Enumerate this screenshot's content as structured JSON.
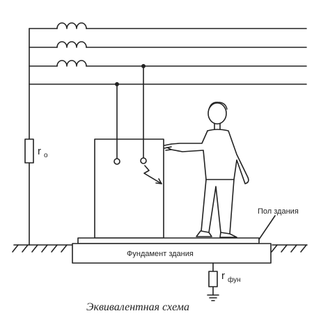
{
  "labels": {
    "resistor_r0": "r",
    "resistor_r0_sub": "о",
    "floor": "Пол здания",
    "foundation": "Фундамент здания",
    "resistor_rfun": "r",
    "resistor_rfun_sub": "фун",
    "caption": "Эквивалентная схема"
  }
}
